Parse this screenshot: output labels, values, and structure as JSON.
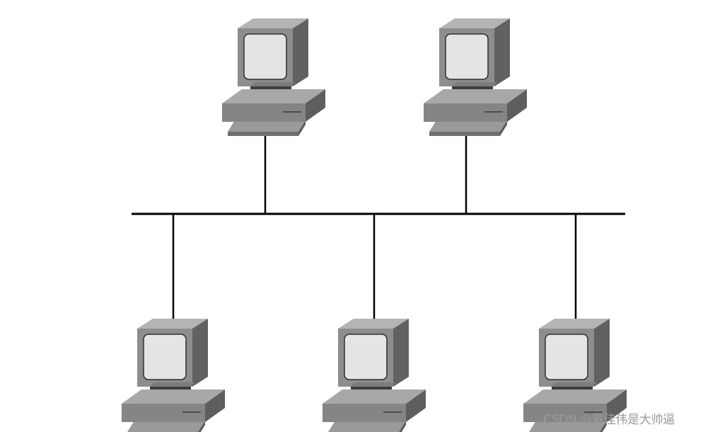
{
  "watermark": {
    "text": "CSDN @戴佳伟是大帅逼"
  },
  "topology": {
    "type": "bus",
    "node_count": 5
  }
}
